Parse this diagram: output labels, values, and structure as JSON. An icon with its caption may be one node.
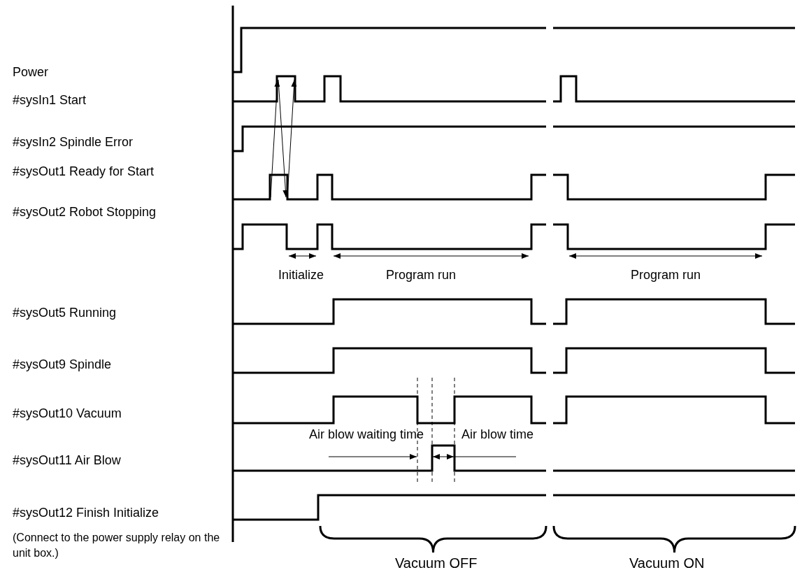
{
  "diagram": {
    "labels": [
      "Power",
      "#sysIn1 Start",
      "#sysIn2 Spindle Error",
      "#sysOut1 Ready for Start",
      "#sysOut2 Robot Stopping",
      "Initialize",
      "Program run",
      "Program run",
      "#sysOut5 Running",
      "#sysOut9 Spindle",
      "#sysOut10 Vacuum",
      "Air blow waiting time",
      "Air blow time",
      "#sysOut11 Air Blow",
      "#sysOut12 Finish Initialize",
      "(Connect to the power supply relay on the unit box.)",
      "Vacuum OFF",
      "Vacuum ON"
    ]
  }
}
